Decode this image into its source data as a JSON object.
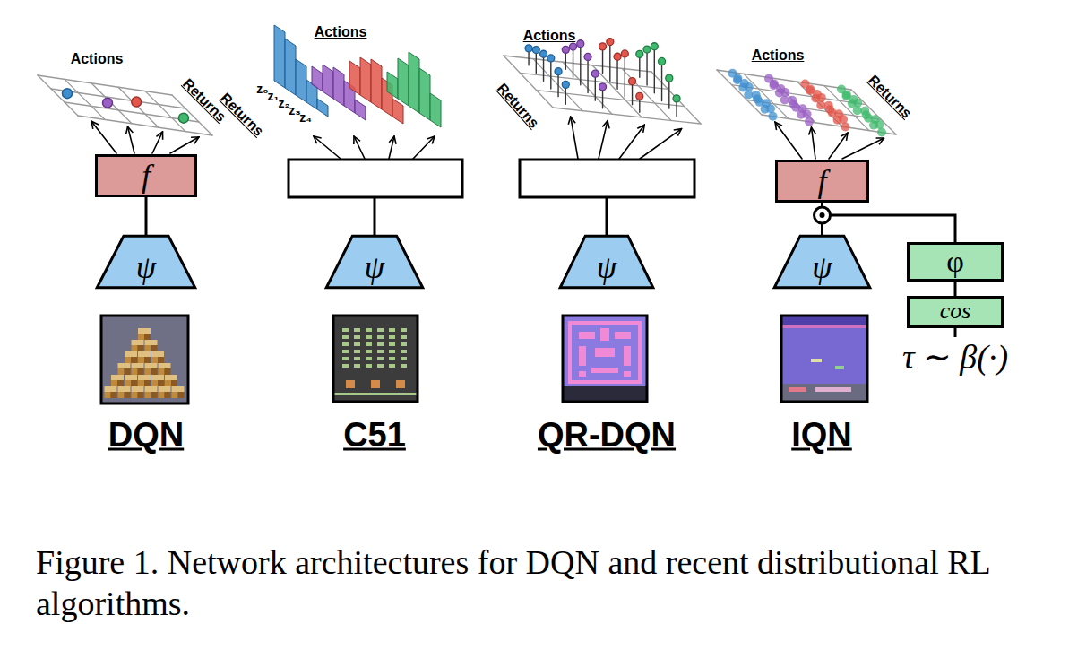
{
  "diagram": {
    "caption": "Figure 1. Network architectures for DQN and recent distributional RL algorithms.",
    "nodes": [
      {
        "text": [
          "f"
        ]
      },
      {
        "text": [
          "ψ"
        ]
      },
      {
        "text": [
          "ψ"
        ]
      },
      {
        "text": [
          "ψ"
        ]
      },
      {
        "text": [
          "f"
        ]
      },
      {
        "text": [
          "ψ"
        ]
      },
      {
        "text": [
          "φ"
        ]
      },
      {
        "text": [
          "cos"
        ]
      }
    ],
    "edges": [
      {
        "from": 1,
        "to": 0,
        "arrow": "none"
      },
      {
        "from": 5,
        "to": 4,
        "arrow": "none"
      },
      {
        "from": 6,
        "to": 4,
        "arrow": "none"
      },
      {
        "from": 7,
        "to": 6,
        "arrow": "none"
      }
    ],
    "labels": [
      "Actions",
      "Returns",
      "Actions",
      "z₀",
      "z₁",
      "z₂",
      "z₃",
      "z₄",
      "Returns",
      "Actions",
      "Returns",
      "Actions",
      "Returns",
      "DQN",
      "C51",
      "QR-DQN",
      "IQN",
      "τ ∼ β(·)"
    ]
  }
}
